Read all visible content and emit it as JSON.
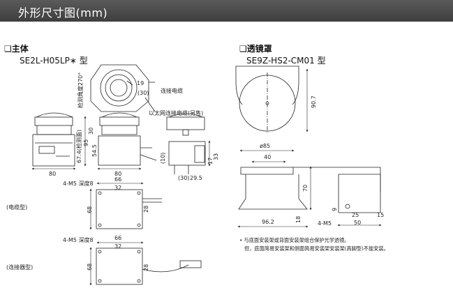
{
  "header": {
    "title": "外形尺寸图(mm)"
  },
  "left": {
    "heading": "❑主体",
    "model": "SE2L-H05LP∗ 型",
    "callouts": {
      "cable": "连接电缆",
      "eth_cable": "以太网连接电缆(另售)",
      "detect_angle": "检测角度270°",
      "cable_type": "(电缆型)",
      "connector_type": "(连接器型)"
    },
    "dims": {
      "d19": "19",
      "d30a": "(30)",
      "d30b": "30",
      "d95": "95",
      "d545": "54.5",
      "d674": "67.4(检测面)",
      "d80a": "80",
      "d80b": "80",
      "d10": "(10)",
      "d33": "33",
      "d17": "17",
      "d30c": "(30)",
      "d295": "29.5",
      "m5a": "4-M5 深度8",
      "d66a": "66",
      "d32a": "32",
      "d68a": "68",
      "d28a": "28",
      "m5b": "4-M5 深度8",
      "d66b": "66",
      "d32b": "32",
      "d68b": "68",
      "d28b": "28"
    }
  },
  "right": {
    "heading": "❑透镜罩",
    "model": "SE9Z-HS2-CM01 型",
    "dims": {
      "d907": "90.7",
      "phi85": "ø85",
      "d40": "40",
      "d70": "70",
      "d9": "9",
      "d25": "25",
      "d15": "15",
      "d50": "50",
      "d962": "96.2",
      "d18": "18",
      "m5": "4-M5"
    },
    "notes": [
      "• 与底面安装架或背面安装架组合保护光学透镜。",
      "但，底面简易安装架和侧面简易安装架安装架(高脚型)不能安装。"
    ]
  }
}
